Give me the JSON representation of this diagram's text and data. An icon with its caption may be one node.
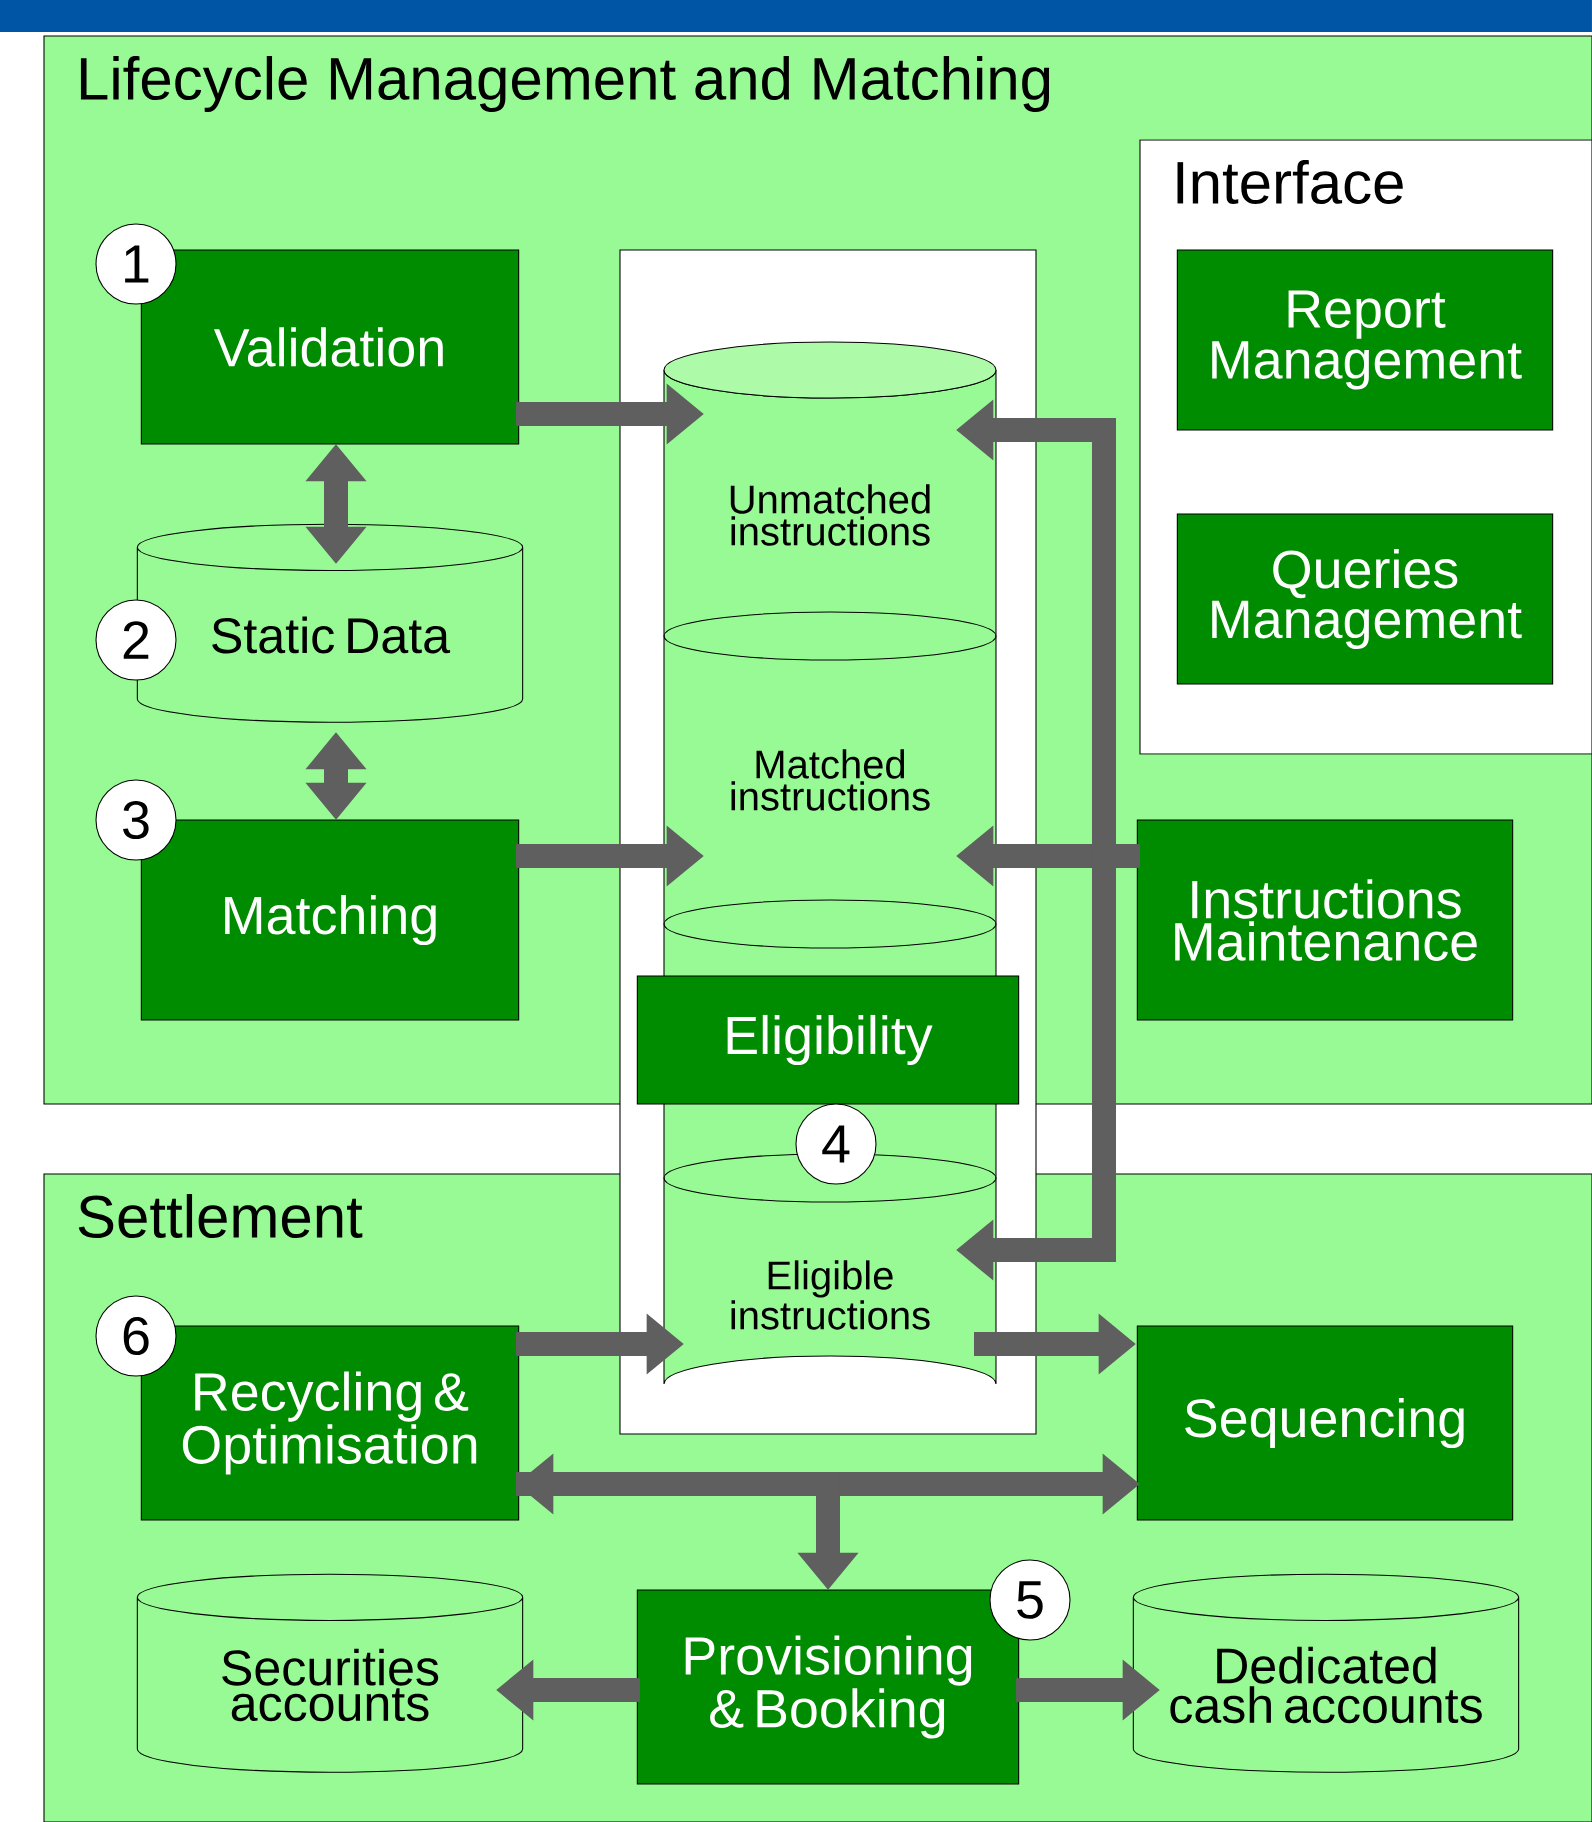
{
  "diagram": {
    "nodes": [
      {
        "text": [
          "Lifecycle Management and Matching"
        ]
      },
      {
        "text": [
          "Interface"
        ],
        "in": 0
      },
      {
        "text": [
          "Report Management"
        ],
        "in": 1
      },
      {
        "text": [
          "Queries Management"
        ],
        "in": 1
      },
      {
        "text": [
          "Validation"
        ],
        "in": 0,
        "beside": [
          "1"
        ]
      },
      {
        "text": [
          "Static Data"
        ],
        "in": 0,
        "beside": [
          "2"
        ]
      },
      {
        "text": [
          "Matching"
        ],
        "in": 0,
        "beside": [
          "3"
        ]
      },
      {
        "text": [
          "Instructions Maintenance"
        ],
        "in": 0
      },
      {
        "text": [
          "Unmatched instructions"
        ],
        "in": 0
      },
      {
        "text": [
          "Matched instructions"
        ],
        "in": 0
      },
      {
        "text": [
          "Eligibility"
        ],
        "in": 0,
        "beside": [
          "4"
        ]
      },
      {
        "text": [
          "Settlement"
        ]
      },
      {
        "text": [
          "Eligible instructions"
        ],
        "in": 11
      },
      {
        "text": [
          "Recycling & Optimisation"
        ],
        "in": 11,
        "beside": [
          "6"
        ]
      },
      {
        "text": [
          "Sequencing"
        ],
        "in": 11
      },
      {
        "text": [
          "Securities accounts"
        ],
        "in": 11
      },
      {
        "text": [
          "Provisioning & Booking"
        ],
        "in": 11,
        "beside": [
          "5"
        ]
      },
      {
        "text": [
          "Dedicated cash accounts"
        ],
        "in": 11
      }
    ],
    "edges": [
      {
        "from": 4,
        "to": 8,
        "arrow": "to"
      },
      {
        "from": 4,
        "to": 5,
        "arrow": "both"
      },
      {
        "from": 5,
        "to": 6,
        "arrow": "both"
      },
      {
        "from": 6,
        "to": 9,
        "arrow": "to"
      },
      {
        "from": 7,
        "to": 9,
        "arrow": "to"
      },
      {
        "from": 7,
        "to": 8,
        "arrow": "to"
      },
      {
        "from": 7,
        "to": 12,
        "arrow": "to"
      },
      {
        "from": 13,
        "to": 12,
        "arrow": "to"
      },
      {
        "from": 12,
        "to": 14,
        "arrow": "to"
      },
      {
        "from": 13,
        "to": 14,
        "arrow": "both"
      },
      {
        "from": 13,
        "to": 16,
        "arrow": "to"
      },
      {
        "from": 16,
        "to": 15,
        "arrow": "to"
      },
      {
        "from": 16,
        "to": 17,
        "arrow": "to"
      }
    ]
  }
}
